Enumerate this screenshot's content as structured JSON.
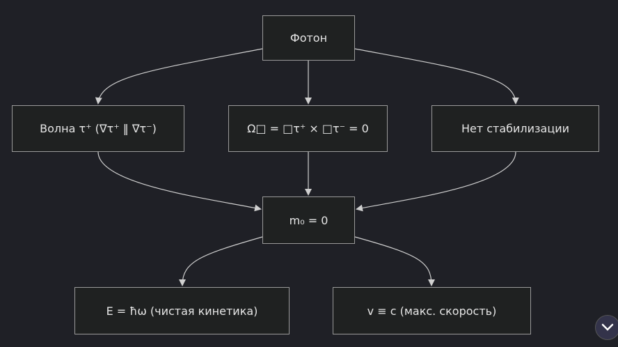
{
  "nodes": {
    "photon": "Фотон",
    "wave": "Волна τ⁺ (∇τ⁺ ‖ ∇τ⁻)",
    "omega": "Ω□ = □τ⁺ × □τ⁻ = 0",
    "no_stab": "Нет стабилизации",
    "mass": "m₀ = 0",
    "energy": "E = ħω (чистая кинетика)",
    "speed": "v ≡ c (макс. скорость)"
  },
  "colors": {
    "background": "#1f2026",
    "node_fill": "#1f2121",
    "edge": "#d0d0d0"
  }
}
